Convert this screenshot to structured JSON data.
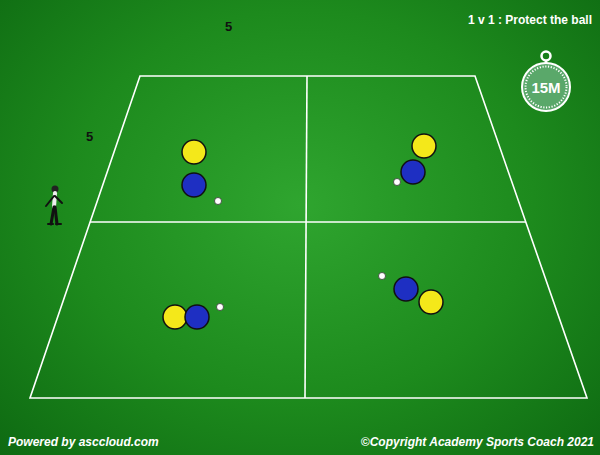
{
  "diagram": {
    "title": "1 v 1 : Protect the ball",
    "nodes": [
      {
        "text": [
          "15M"
        ]
      }
    ],
    "labels": [
      "5",
      "5",
      "Powered by asccloud.com",
      "©Copyright Academy Sports Coach 2021"
    ]
  }
}
